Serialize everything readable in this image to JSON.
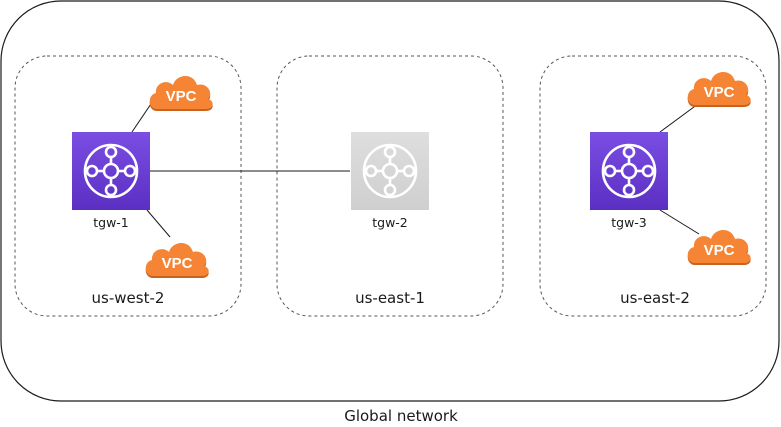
{
  "diagram": {
    "title": "Global network",
    "colors": {
      "tgw_active": "#7b4ee3",
      "tgw_active_dark": "#5a2fc2",
      "tgw_inactive": "#d9d9d9",
      "tgw_inactive_dark": "#c6c6c6",
      "vpc": "#f58534",
      "vpc_shadow": "#c8621f",
      "line": "#1a1a1a",
      "region_border": "#555555"
    },
    "regions": [
      {
        "id": "us-west-2",
        "label": "us-west-2"
      },
      {
        "id": "us-east-1",
        "label": "us-east-1"
      },
      {
        "id": "us-east-2",
        "label": "us-east-2"
      }
    ],
    "transit_gateways": [
      {
        "id": "tgw-1",
        "label": "tgw-1",
        "region": "us-west-2",
        "state": "active",
        "icon": "transit-gateway-icon"
      },
      {
        "id": "tgw-2",
        "label": "tgw-2",
        "region": "us-east-1",
        "state": "inactive",
        "icon": "transit-gateway-icon"
      },
      {
        "id": "tgw-3",
        "label": "tgw-3",
        "region": "us-east-2",
        "state": "active",
        "icon": "transit-gateway-icon"
      }
    ],
    "vpcs": [
      {
        "id": "vpc-w1",
        "label": "VPC",
        "region": "us-west-2",
        "attached_to": "tgw-1",
        "icon": "vpc-cloud-icon"
      },
      {
        "id": "vpc-w2",
        "label": "VPC",
        "region": "us-west-2",
        "attached_to": "tgw-1",
        "icon": "vpc-cloud-icon"
      },
      {
        "id": "vpc-e1",
        "label": "VPC",
        "region": "us-east-2",
        "attached_to": "tgw-3",
        "icon": "vpc-cloud-icon"
      },
      {
        "id": "vpc-e2",
        "label": "VPC",
        "region": "us-east-2",
        "attached_to": "tgw-3",
        "icon": "vpc-cloud-icon"
      }
    ],
    "connections": [
      {
        "from": "tgw-1",
        "to": "vpc-w1"
      },
      {
        "from": "tgw-1",
        "to": "vpc-w2"
      },
      {
        "from": "tgw-1",
        "to": "tgw-2"
      },
      {
        "from": "tgw-3",
        "to": "vpc-e1"
      },
      {
        "from": "tgw-3",
        "to": "vpc-e2"
      }
    ]
  }
}
